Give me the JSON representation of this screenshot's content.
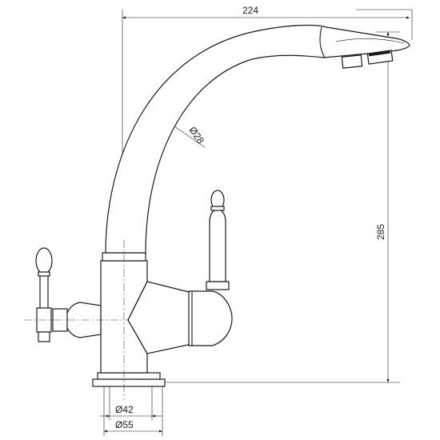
{
  "dimensions": {
    "width_total": "224",
    "height_total": "285",
    "spout_diameter": "Ø28",
    "base_inner_diameter": "Ø42",
    "base_outer_diameter": "Ø55"
  },
  "colors": {
    "line": "#1a1a1a",
    "background": "#ffffff"
  }
}
